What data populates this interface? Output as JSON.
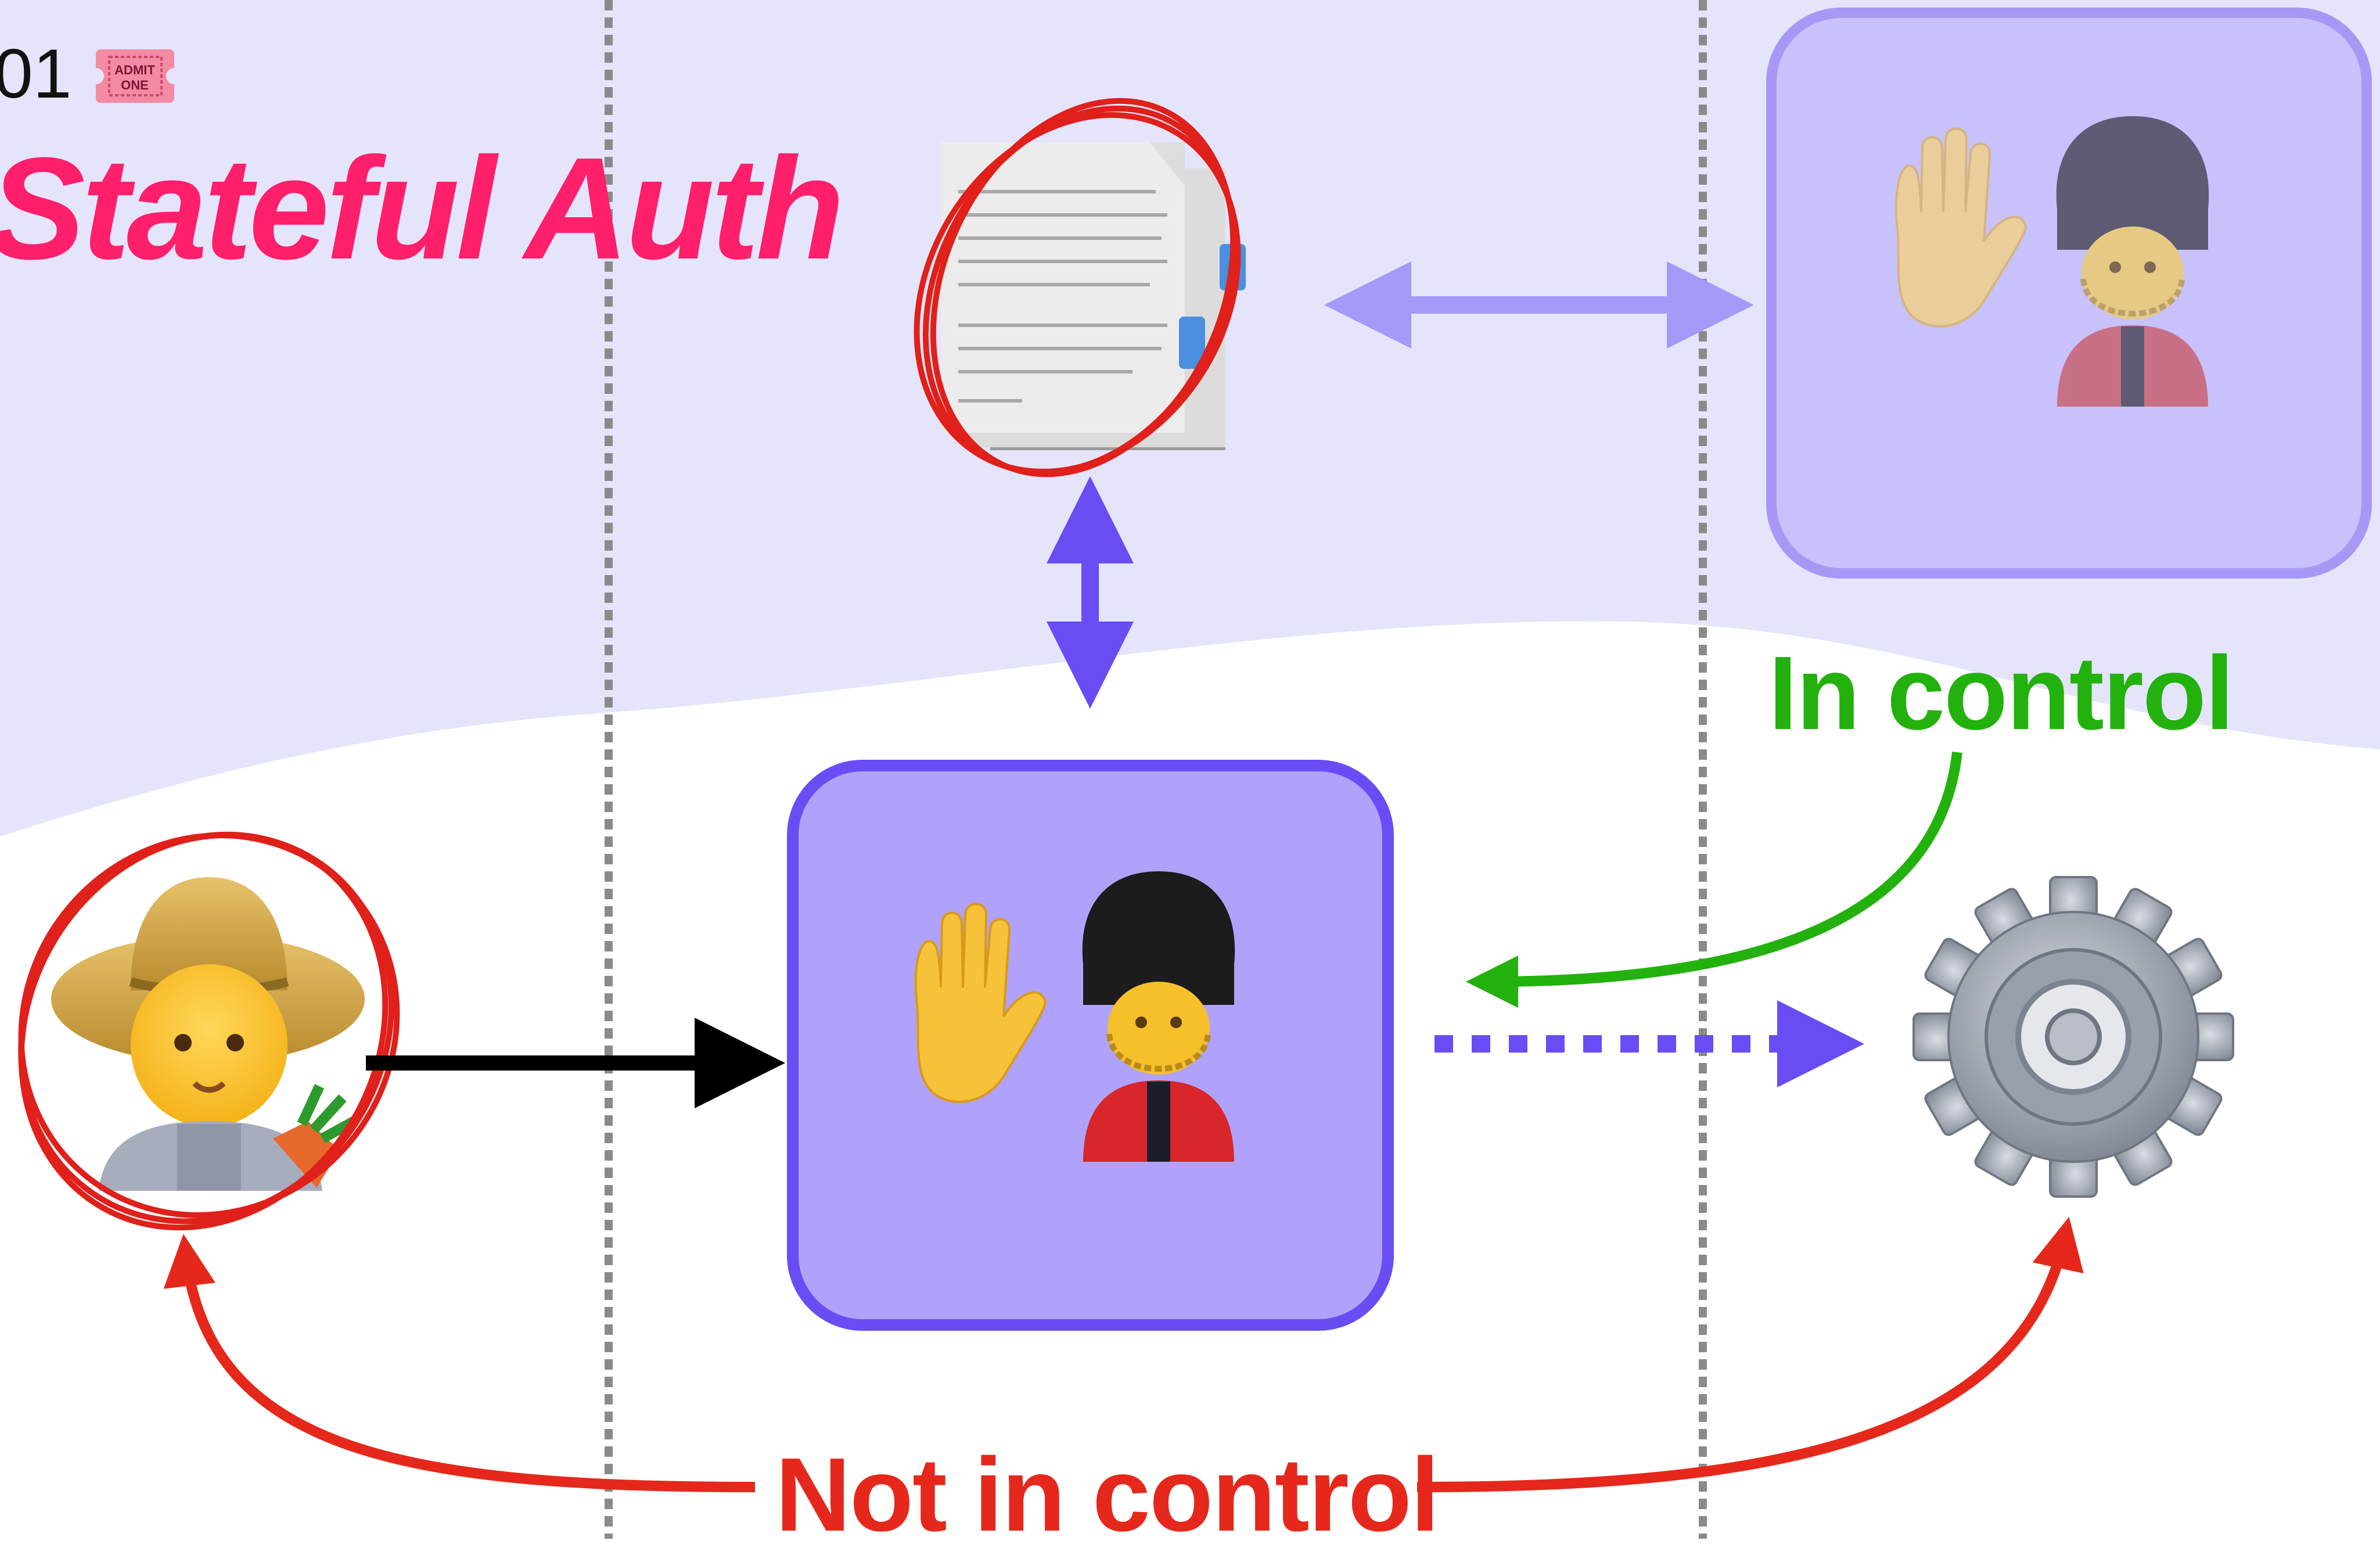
{
  "slide": {
    "number": "01",
    "title": "Stateful Auth"
  },
  "ticket": {
    "line1": "ADMIT",
    "line2": "ONE"
  },
  "labels": {
    "in_control": "In control",
    "not_in_control": "Not in control"
  },
  "nodes": [
    {
      "id": "farmer",
      "icon": "farmer-emoji-icon",
      "circled": true
    },
    {
      "id": "auth-guard-active",
      "icon": "guard-with-raised-hand-icon"
    },
    {
      "id": "session-store",
      "icon": "document-pages-icon",
      "circled": true
    },
    {
      "id": "auth-guard-faded",
      "icon": "guard-with-raised-hand-icon"
    },
    {
      "id": "service",
      "icon": "gear-icon"
    }
  ],
  "colors": {
    "background_lavender": "#e4e4fb",
    "box_fill": "#b0a2fb",
    "box_border": "#6a4cf5",
    "faded_box_fill": "#c8c1fb",
    "faded_box_border": "#a898f6",
    "title_pink": "#ff1f6a",
    "green": "#23b10e",
    "red": "#e5281b",
    "purple_arrow": "#6a4cf5",
    "light_purple_arrow": "#a49af7"
  }
}
